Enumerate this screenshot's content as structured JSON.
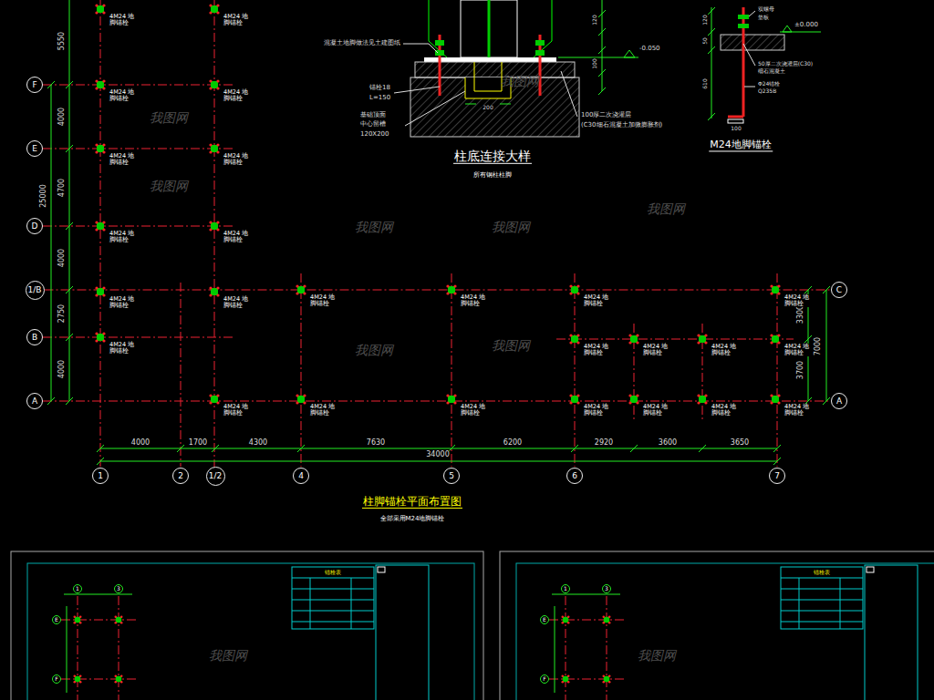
{
  "diagram": {
    "title": "柱脚锚栓平面布置图",
    "caption": "全部采用M24地脚锚栓",
    "nodes": [
      {
        "text": [
          "F"
        ]
      },
      {
        "text": [
          "E"
        ]
      },
      {
        "text": [
          "D"
        ]
      },
      {
        "text": [
          "1/B"
        ]
      },
      {
        "text": [
          "B"
        ]
      },
      {
        "text": [
          "A"
        ]
      },
      {
        "text": [
          "C"
        ]
      },
      {
        "text": [
          "A"
        ]
      },
      {
        "text": [
          "1"
        ]
      },
      {
        "text": [
          "2"
        ]
      },
      {
        "text": [
          "1/2"
        ]
      },
      {
        "text": [
          "4"
        ]
      },
      {
        "text": [
          "5"
        ]
      },
      {
        "text": [
          "6"
        ]
      },
      {
        "text": [
          "7"
        ]
      },
      {
        "text": [
          "1"
        ]
      },
      {
        "text": [
          "3"
        ]
      },
      {
        "text": [
          "E"
        ]
      },
      {
        "text": [
          "F"
        ]
      },
      {
        "text": [
          "1"
        ]
      },
      {
        "text": [
          "3"
        ]
      },
      {
        "text": [
          "E"
        ]
      },
      {
        "text": [
          "F"
        ]
      }
    ],
    "edges": [
      {
        "from": 5,
        "to": 7,
        "arrow": "none"
      },
      {
        "from": 3,
        "to": 6,
        "arrow": "none"
      }
    ],
    "labels": [
      "5550",
      "4000",
      "4700",
      "4000",
      "2750",
      "4000",
      "25000",
      "4000",
      "1700",
      "4300",
      "7630",
      "6200",
      "2920",
      "3600",
      "3650",
      "34000",
      "3300",
      "3700",
      "7000",
      "柱底连接大样",
      "所有钢柱柱脚",
      "混凝土地脚做法见土建图纸",
      "锚栓18",
      "L=150",
      "基础顶面",
      "中心留槽",
      "120X200",
      "-0.050",
      "100厚二次浇灌层",
      "(C30细石混凝土加微膨胀剂)",
      "200",
      "120",
      "100",
      "±0.000",
      "120",
      "50",
      "610",
      "100",
      "双螺母",
      "垫板",
      "50厚二次浇灌层(C30)",
      "细石混凝土",
      "Φ24锚栓",
      "Q235B",
      "M24地脚锚栓",
      "锚栓表",
      "锚栓表",
      "4M24 地脚锚栓",
      "4M24 地脚锚栓",
      "4M24 地脚锚栓",
      "4M24 地脚锚栓",
      "4M24 地脚锚栓",
      "4M24 地脚锚栓",
      "4M24 地脚锚栓",
      "4M24 地脚锚栓",
      "4M24 地脚锚栓",
      "4M24 地脚锚栓",
      "4M24 地脚锚栓",
      "4M24 地脚锚栓",
      "4M24 地脚锚栓",
      "4M24 地脚锚栓",
      "4M24 地脚锚栓",
      "4M24 地脚锚栓",
      "4M24 地脚锚栓",
      "4M24 地脚锚栓",
      "4M24 地脚锚栓",
      "4M24 地脚锚栓",
      "4M24 地脚锚栓",
      "4M24 地脚锚栓",
      "4M24 地脚锚栓",
      "4M24 地脚锚栓",
      "4M24 地脚锚栓",
      "4M24 地脚锚栓",
      "我图网",
      "我图网",
      "我图网",
      "我图网",
      "我图网",
      "我图网",
      "我图网",
      "我图网",
      "我图网",
      "我图网"
    ]
  }
}
